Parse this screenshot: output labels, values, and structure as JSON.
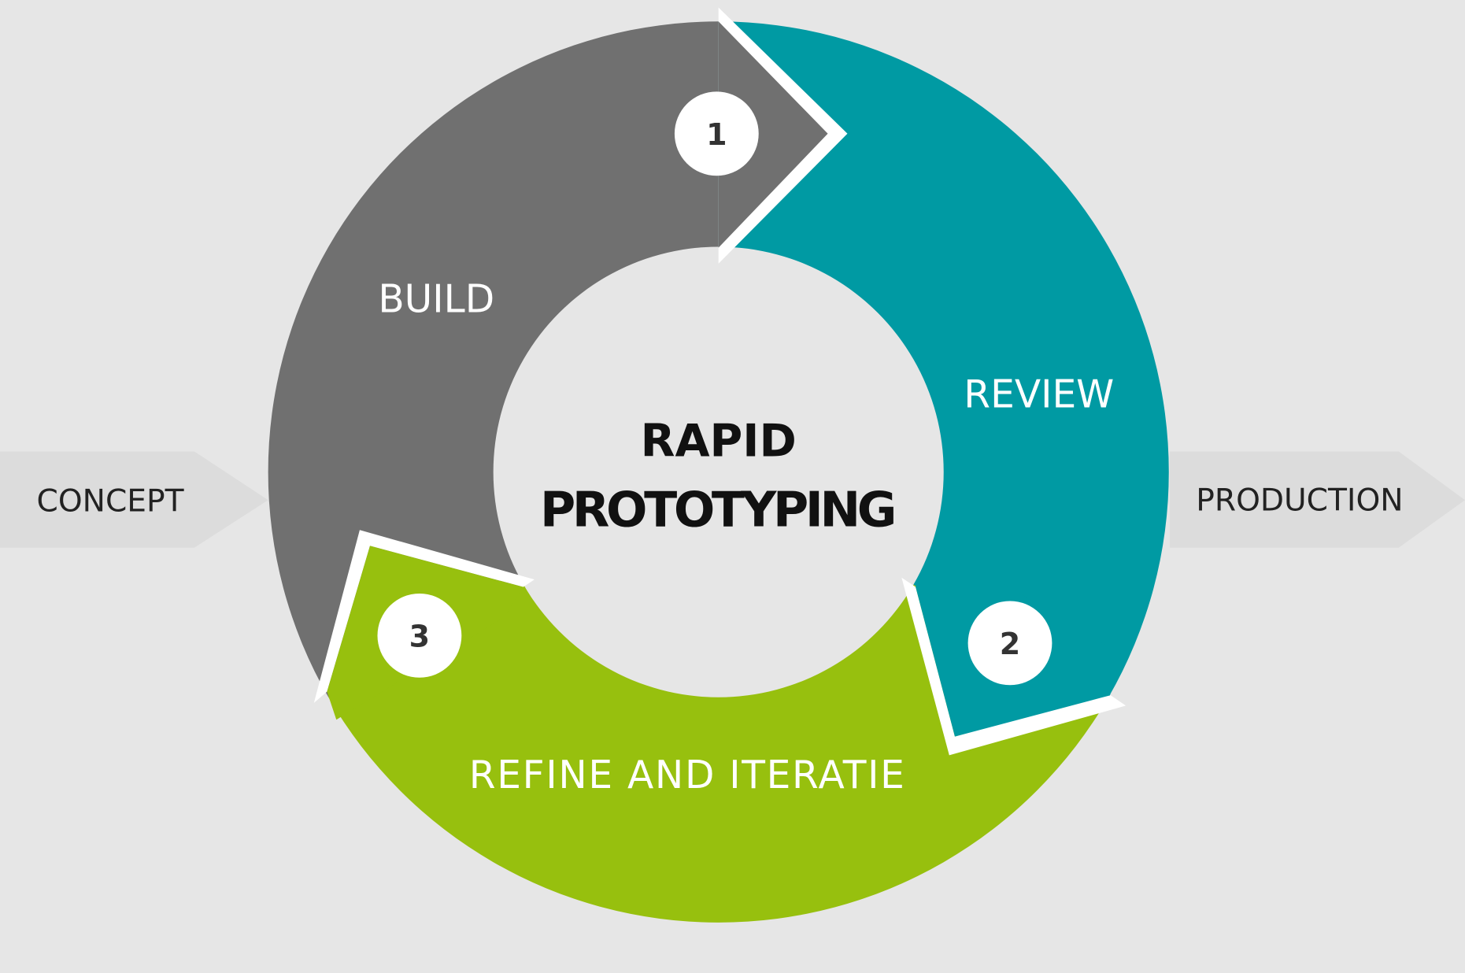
{
  "title": {
    "line1": "RAPID",
    "line2": "PROTOTYPING"
  },
  "stages": [
    {
      "number": "1",
      "label": "BUILD",
      "color": "#707070"
    },
    {
      "number": "2",
      "label": "REVIEW",
      "color": "#009aa3"
    },
    {
      "number": "3",
      "label": "REFINE AND ITERATIE",
      "color": "#97c00e"
    }
  ],
  "input": {
    "label": "CONCEPT"
  },
  "output": {
    "label": "PRODUCTION"
  },
  "colors": {
    "background": "#e6e6e6",
    "side_arrow": "#dcdcdc",
    "separator": "#ffffff"
  }
}
